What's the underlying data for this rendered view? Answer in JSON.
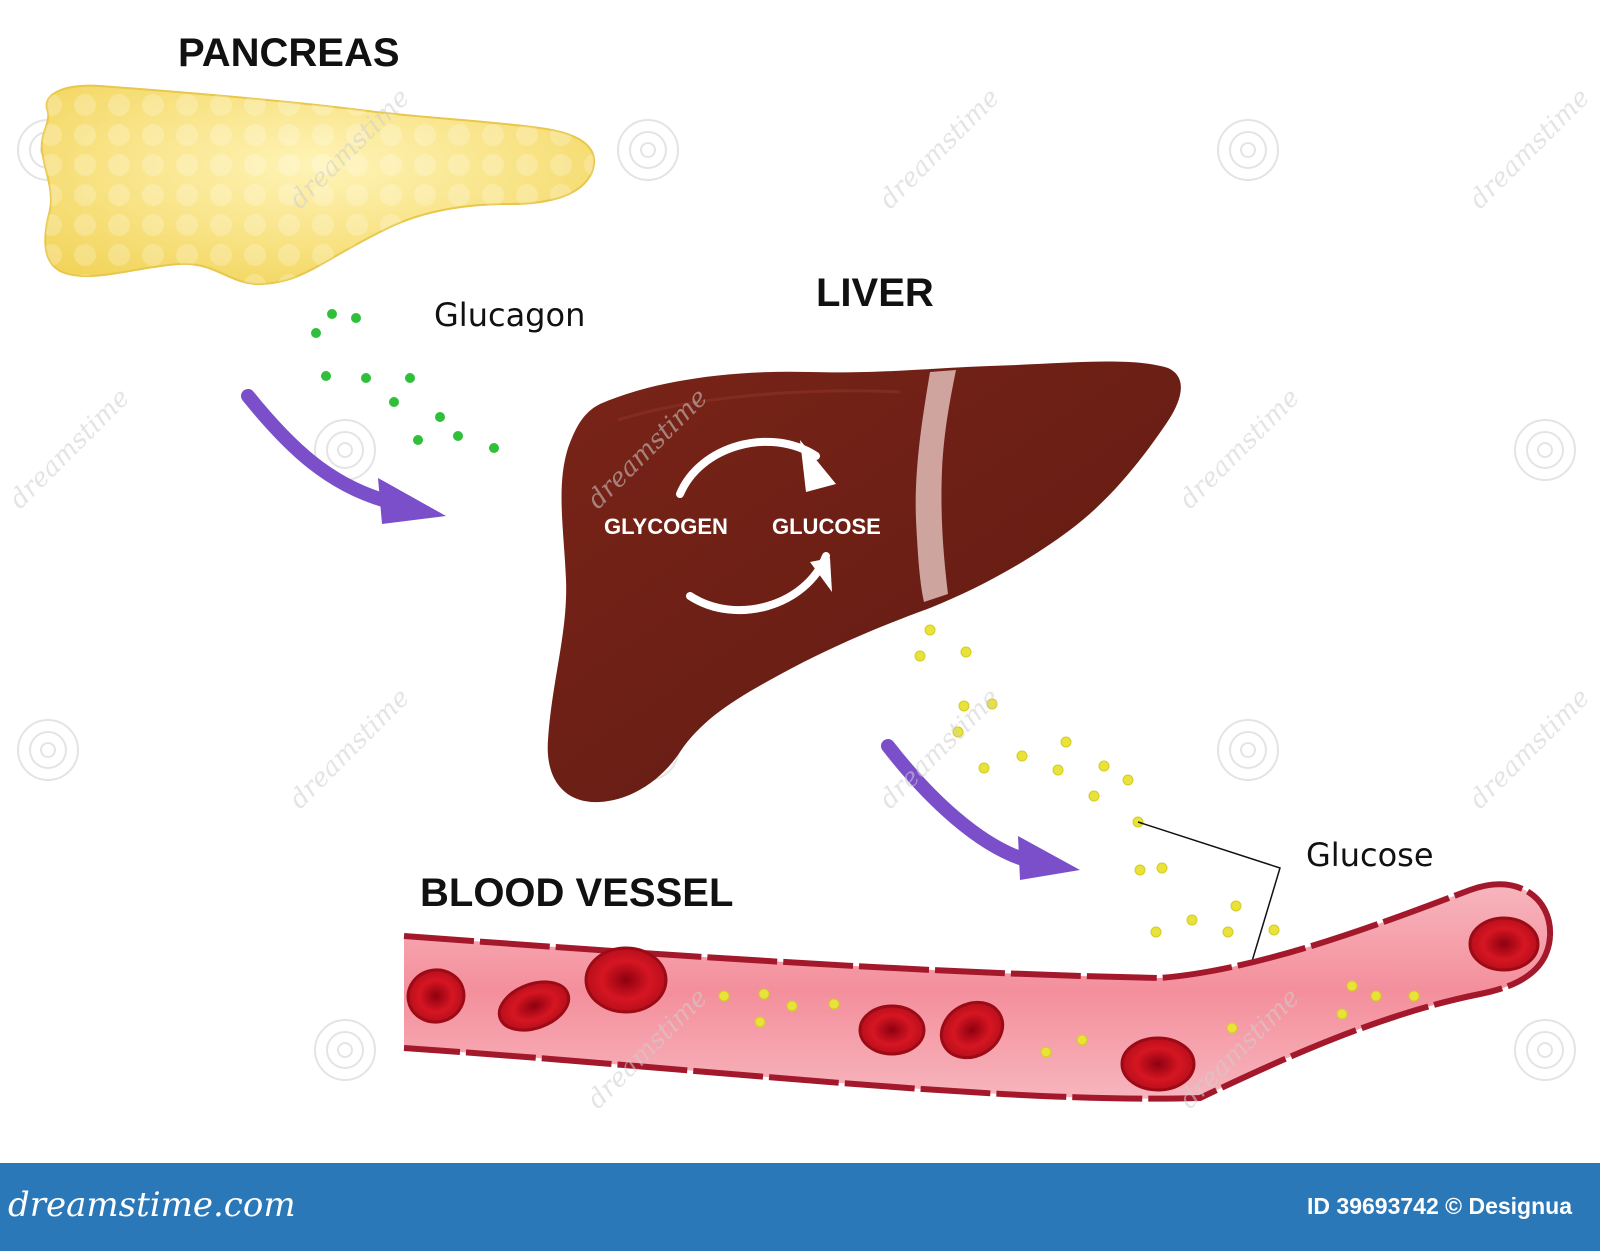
{
  "labels": {
    "pancreas": "PANCREAS",
    "liver": "LIVER",
    "blood_vessel": "BLOOD VESSEL",
    "glucagon": "Glucagon",
    "glucose": "Glucose",
    "glycogen_inner": "GLYCOGEN",
    "glucose_inner": "GLUCOSE"
  },
  "watermark": {
    "text": "dreamstime"
  },
  "footer": {
    "site": "dreamstime.com",
    "credit": "ID 39693742 © Designua"
  },
  "colors": {
    "pancreas": "#f6e07a",
    "liver": "#6a1d14",
    "arrow": "#7a4fc9",
    "glucagon_dot": "#2fbf3a",
    "glucose_dot": "#e9e23a",
    "vessel_fill": "#f4a3ad",
    "vessel_wall": "#a3192b",
    "blood_cell": "#c8131f",
    "footer_bg": "#2b78b8"
  }
}
